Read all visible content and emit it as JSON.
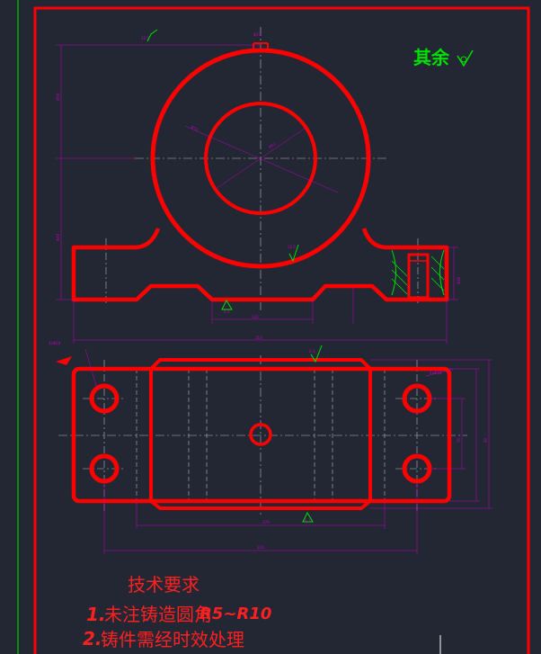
{
  "notes": {
    "other_finish": "其余",
    "tech_title": "技术要求",
    "req1_num": "1.",
    "req1_text": "未注铸造圆角",
    "req1_value": "R5~R10",
    "req2_num": "2.",
    "req2_text": "铸件需经时效处理"
  },
  "surface_marks": {
    "top_left": "12.5",
    "shaft_bottom": "12.5",
    "base_bottom": "6.3",
    "plan_top": "6.3",
    "plan_bottom": "6.3"
  },
  "dimensions": {
    "boss_top": "Φ20",
    "bore_outer": "Φ72",
    "bore_inner": "Φ52",
    "height_total": "Φ50",
    "center_height": "Φ40",
    "base_thickness": "Φ36",
    "slot_width": "130",
    "front_width": "210",
    "hole_top": "4xΦ18",
    "hole_right": "4xΦ18",
    "plan_depth1": "70",
    "plan_depth2": "90",
    "plan_width1": "170",
    "plan_width2": "210"
  },
  "colors": {
    "background": "#222733",
    "outline": "#ff0000",
    "dimension": "#c000c0",
    "centerline": "#b8b8b8",
    "hatch": "#00e000",
    "note": "#ff2020",
    "frame_left": "#00b000"
  }
}
